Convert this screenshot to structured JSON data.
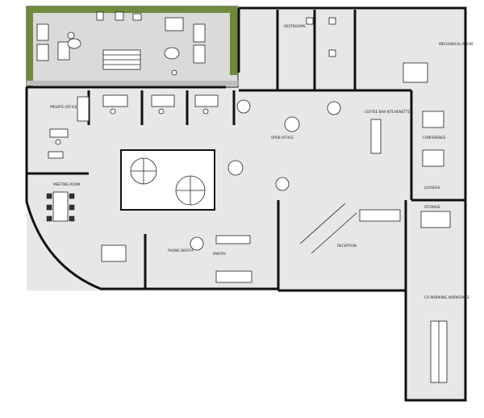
{
  "plan": {
    "colors": {
      "floor": "#e7e7e7",
      "terrace": "#dadada",
      "planter": "#6f8a3c",
      "wall": "#111111",
      "furniture": "#ffffff"
    },
    "rooms": {
      "private_office": "PRIVATE OFFICE",
      "meeting_room": "MEETING ROOM",
      "open_office": "OPEN OFFICE",
      "coffee_kitchenette": "COFFEE BAR KITCHENETTE",
      "conference": "CONFERENCE",
      "lockers": "LOCKERS",
      "storage": "STORAGE",
      "reception": "RECEPTION",
      "coworking": "CO-WORKING WORKSPACE",
      "phone_booth": "PHONE BOOTH",
      "pantry": "PANTRY",
      "restrooms": "RESTROOMS",
      "mechanical": "MECHANICAL ROOM"
    }
  }
}
